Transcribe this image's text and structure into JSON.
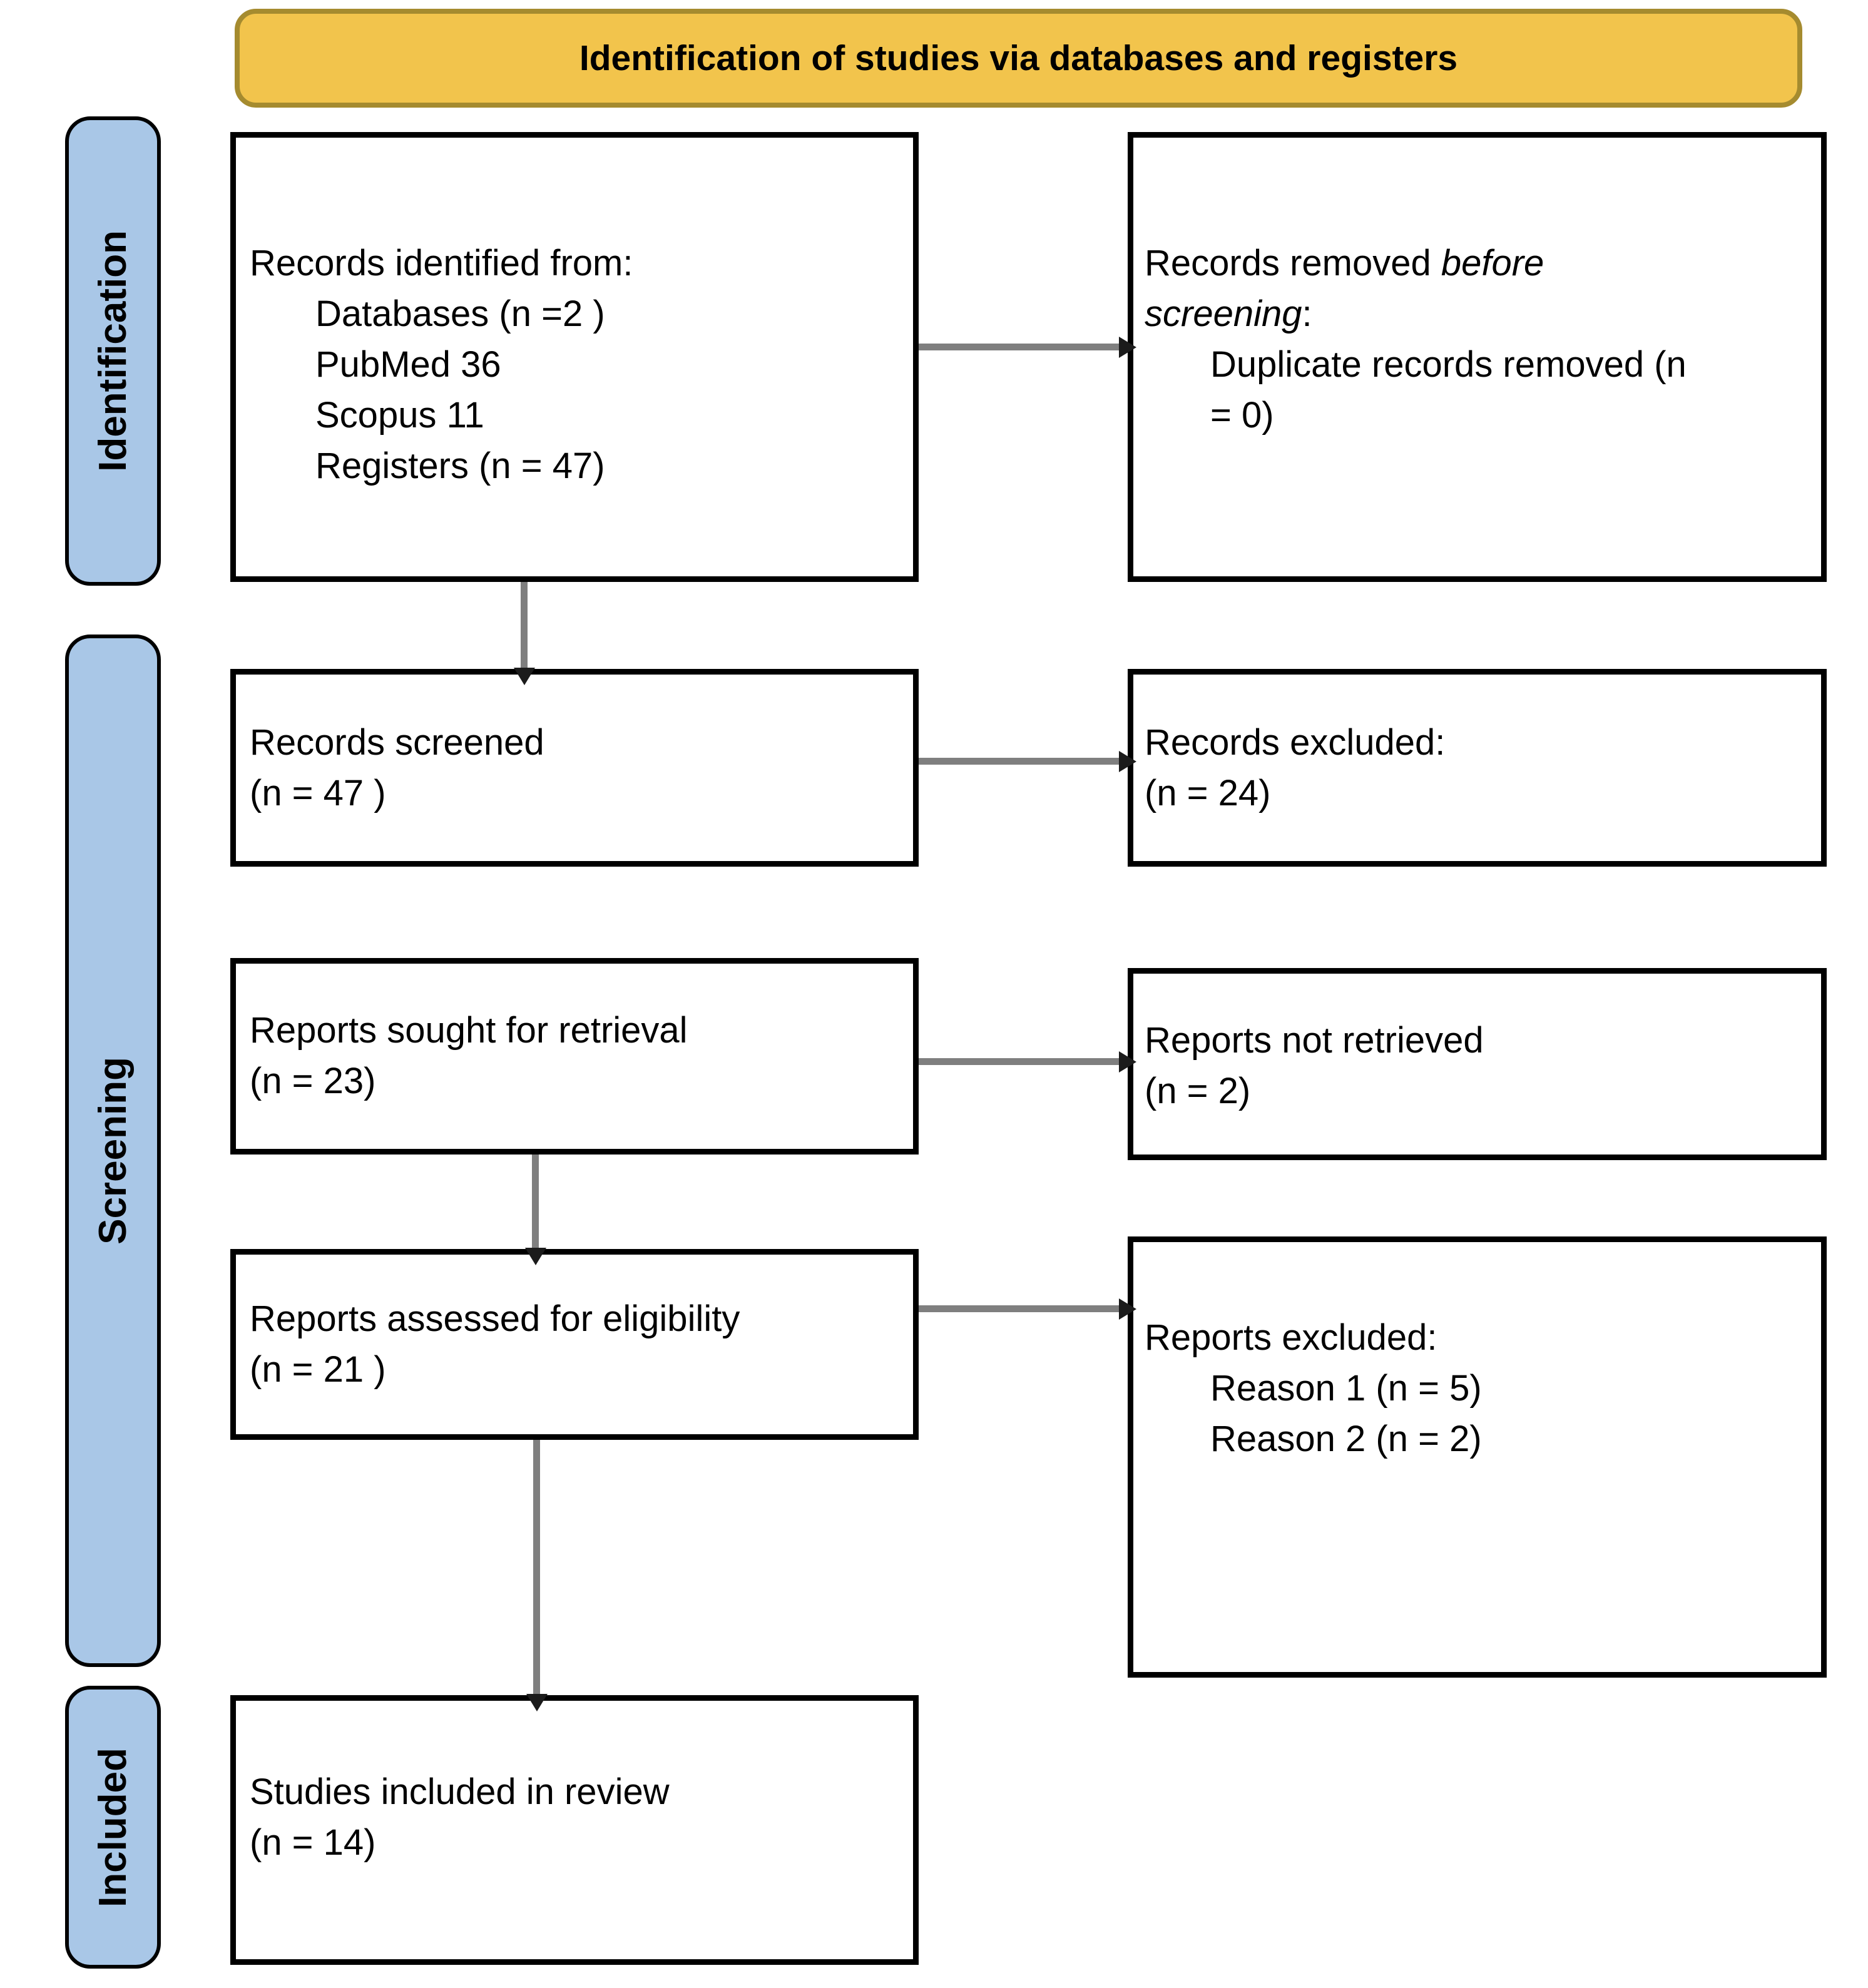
{
  "title": "Identification of studies via databases and registers",
  "colors": {
    "header_fill": "#F2C44C",
    "header_border": "#A58B2F",
    "stage_fill": "#A9C7E7",
    "connector": "#7F7F7F",
    "arrowhead": "#1B1B1B"
  },
  "stages": {
    "identification": "Identification",
    "screening": "Screening",
    "included": "Included"
  },
  "boxes": {
    "identified": {
      "line1": "Records identified from:",
      "line2": "Databases (n =2 )",
      "line3": "PubMed 36",
      "line4": "Scopus 11",
      "line5": "Registers (n = 47)"
    },
    "removed": {
      "line1_prefix": "Records removed ",
      "line1_italic": "before",
      "line2_italic": "screening",
      "line2_suffix": ":",
      "line3": "Duplicate records removed (n",
      "line4": "= 0)"
    },
    "screened": {
      "line1": "Records screened",
      "line2": "(n = 47 )"
    },
    "excluded": {
      "line1": "Records excluded:",
      "line2": "(n = 24)"
    },
    "sought": {
      "line1": "Reports sought for retrieval",
      "line2": "(n = 23)"
    },
    "not_retrieved": {
      "line1": "Reports not retrieved",
      "line2": "(n = 2)"
    },
    "assessed": {
      "line1": "Reports assessed for eligibility",
      "line2": "(n = 21 )"
    },
    "reports_excluded": {
      "line1": "Reports excluded:",
      "line2": "Reason 1 (n = 5)",
      "line3": "Reason 2 (n = 2)"
    },
    "included_review": {
      "line1": "Studies included in review",
      "line2": "(n = 14)"
    }
  }
}
